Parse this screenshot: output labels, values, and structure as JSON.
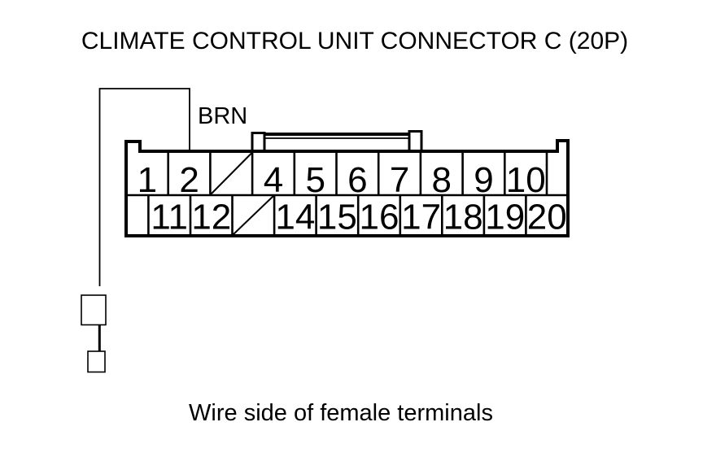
{
  "title": "CLIMATE CONTROL UNIT CONNECTOR C (20P)",
  "caption": "Wire side of female terminals",
  "wire": {
    "label": "BRN"
  },
  "connector": {
    "pins": {
      "top_row": [
        "1",
        "2",
        "",
        "4",
        "5",
        "6",
        "7",
        "8",
        "9",
        "10"
      ],
      "bottom_row": [
        "11",
        "12",
        "",
        "14",
        "15",
        "16",
        "17",
        "18",
        "19",
        "20"
      ]
    }
  },
  "colors": {
    "ink": "#000000",
    "paper": "#ffffff"
  }
}
